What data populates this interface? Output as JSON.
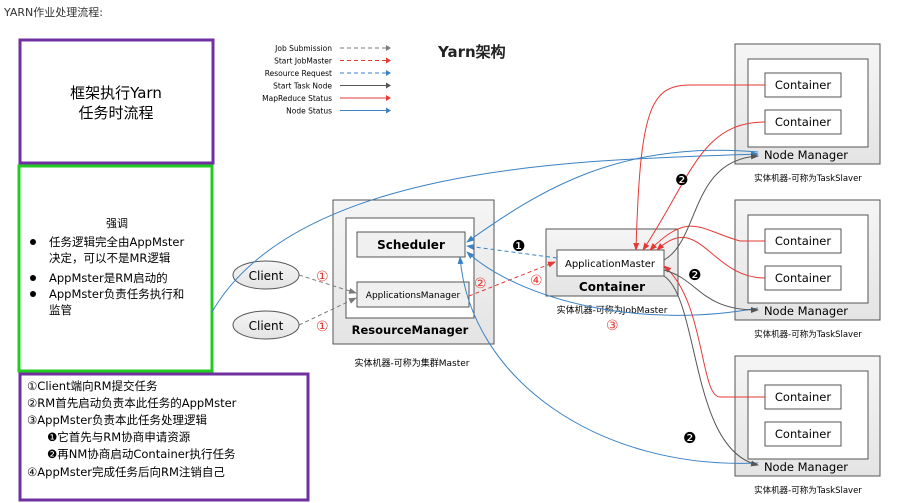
{
  "header": "YARN作业处理流程:",
  "diagram_title": "Yarn架构",
  "legend": [
    {
      "label": "Job Submission",
      "color": "#7a7a7a",
      "dashed": true
    },
    {
      "label": "Start JobMaster",
      "color": "#e53935",
      "dashed": true
    },
    {
      "label": "Resource Request",
      "color": "#3b82c4",
      "dashed": true
    },
    {
      "label": "Start Task Node",
      "color": "#555555",
      "dashed": false
    },
    {
      "label": "MapReduce Status",
      "color": "#e53935",
      "dashed": false
    },
    {
      "label": "Node Status",
      "color": "#3b82c4",
      "dashed": false
    }
  ],
  "box_title": {
    "line1": "框架执行Yarn",
    "line2": "任务时流程"
  },
  "emphasis": {
    "title": "强调",
    "bullets": [
      {
        "line1": "任务逻辑完全由AppMster",
        "line2": "决定，可以不是MR逻辑"
      },
      {
        "line1": "AppMster是RM启动的",
        "line2": ""
      },
      {
        "line1": "AppMster负责任务执行和",
        "line2": "监管"
      }
    ]
  },
  "steps": [
    "①Client端向RM提交任务",
    "②RM首先启动负责本此任务的AppMster",
    "③AppMster负责本此任务处理逻辑",
    "❶它首先与RM协商申请资源",
    "❷再NM协商启动Container执行任务",
    "④AppMster完成任务后向RM注销自己"
  ],
  "clients": [
    "Client",
    "Client"
  ],
  "resource_manager": {
    "scheduler": "Scheduler",
    "apps_manager": "ApplicationsManager",
    "label": "ResourceManager",
    "machine": "实体机器-可称为集群Master"
  },
  "app_master": {
    "name": "ApplicationMaster",
    "container": "Container",
    "machine": "实体机器-可称为JobMaster"
  },
  "nodes": [
    {
      "container1": "Container",
      "container2": "Container",
      "manager": "Node Manager",
      "machine": "实体机器-可称为TaskSlaver"
    },
    {
      "container1": "Container",
      "container2": "Container",
      "manager": "Node Manager",
      "machine": "实体机器-可称为TaskSlaver"
    },
    {
      "container1": "Container",
      "container2": "Container",
      "manager": "Node Manager",
      "machine": "实体机器-可称为TaskSlaver"
    }
  ],
  "markers": {
    "one": "①",
    "two": "②",
    "three": "③",
    "four": "④",
    "b1": "❶",
    "b2": "❷"
  }
}
